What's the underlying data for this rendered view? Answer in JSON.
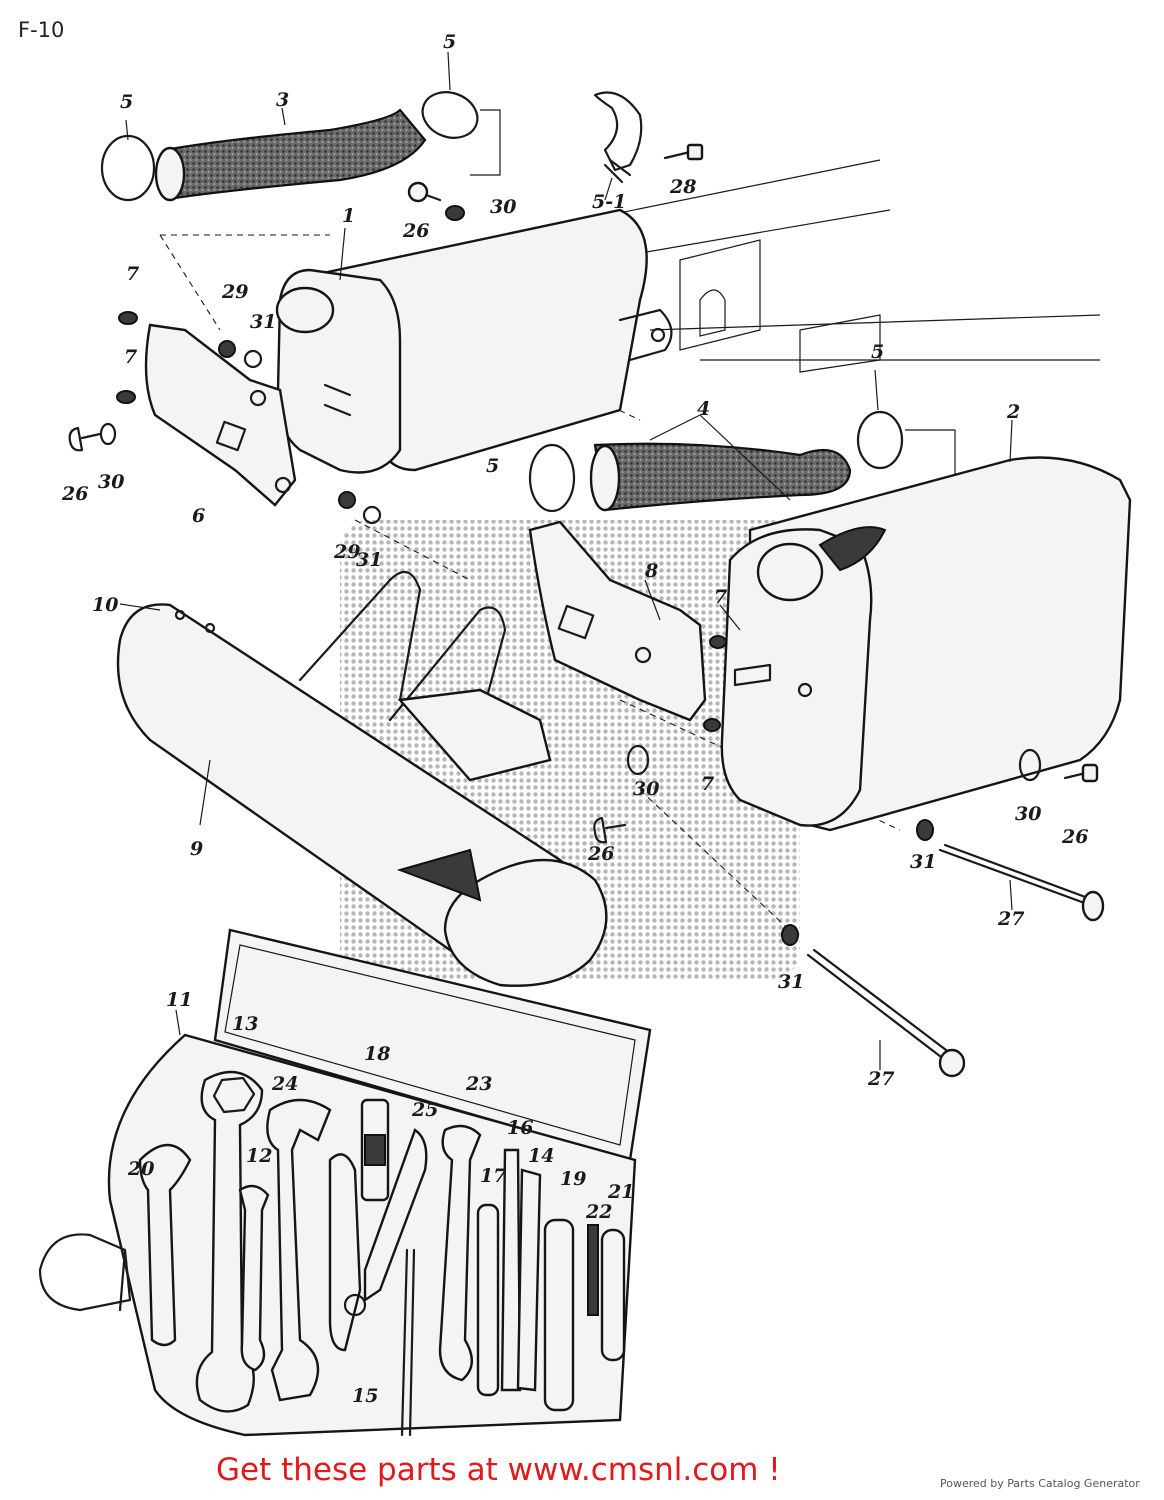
{
  "header": {
    "title": "F-10"
  },
  "diagram": {
    "callouts": [
      {
        "id": "c-5a",
        "text": "5"
      },
      {
        "id": "c-3",
        "text": "3"
      },
      {
        "id": "c-5b",
        "text": "5"
      },
      {
        "id": "c-5-1",
        "text": "5-1"
      },
      {
        "id": "c-28",
        "text": "28"
      },
      {
        "id": "c-26a",
        "text": "26"
      },
      {
        "id": "c-30a",
        "text": "30"
      },
      {
        "id": "c-1",
        "text": "1"
      },
      {
        "id": "c-7a",
        "text": "7"
      },
      {
        "id": "c-29a",
        "text": "29"
      },
      {
        "id": "c-31a",
        "text": "31"
      },
      {
        "id": "c-7b",
        "text": "7"
      },
      {
        "id": "c-26b",
        "text": "26"
      },
      {
        "id": "c-30b",
        "text": "30"
      },
      {
        "id": "c-6",
        "text": "6"
      },
      {
        "id": "c-29b",
        "text": "29"
      },
      {
        "id": "c-31b",
        "text": "31"
      },
      {
        "id": "c-5c",
        "text": "5"
      },
      {
        "id": "c-4",
        "text": "4"
      },
      {
        "id": "c-5d",
        "text": "5"
      },
      {
        "id": "c-2",
        "text": "2"
      },
      {
        "id": "c-10",
        "text": "10"
      },
      {
        "id": "c-8",
        "text": "8"
      },
      {
        "id": "c-7c",
        "text": "7"
      },
      {
        "id": "c-7d",
        "text": "7"
      },
      {
        "id": "c-26c",
        "text": "26"
      },
      {
        "id": "c-30c",
        "text": "30"
      },
      {
        "id": "c-9",
        "text": "9"
      },
      {
        "id": "c-30d",
        "text": "30"
      },
      {
        "id": "c-26d",
        "text": "26"
      },
      {
        "id": "c-31c",
        "text": "31"
      },
      {
        "id": "c-27a",
        "text": "27"
      },
      {
        "id": "c-31d",
        "text": "31"
      },
      {
        "id": "c-27b",
        "text": "27"
      },
      {
        "id": "c-11",
        "text": "11"
      },
      {
        "id": "c-13",
        "text": "13"
      },
      {
        "id": "c-18",
        "text": "18"
      },
      {
        "id": "c-24",
        "text": "24"
      },
      {
        "id": "c-23",
        "text": "23"
      },
      {
        "id": "c-25",
        "text": "25"
      },
      {
        "id": "c-16",
        "text": "16"
      },
      {
        "id": "c-12",
        "text": "12"
      },
      {
        "id": "c-14",
        "text": "14"
      },
      {
        "id": "c-20",
        "text": "20"
      },
      {
        "id": "c-17",
        "text": "17"
      },
      {
        "id": "c-19",
        "text": "19"
      },
      {
        "id": "c-21",
        "text": "21"
      },
      {
        "id": "c-22",
        "text": "22"
      },
      {
        "id": "c-15",
        "text": "15"
      }
    ]
  },
  "footer": {
    "cta_text": "Get these parts at www.cmsnl.com !",
    "powered_by": "Powered by Parts Catalog Generator"
  },
  "colors": {
    "cta": "#e01a1a",
    "line": "#1a1a1a",
    "watermark": "#888888"
  }
}
